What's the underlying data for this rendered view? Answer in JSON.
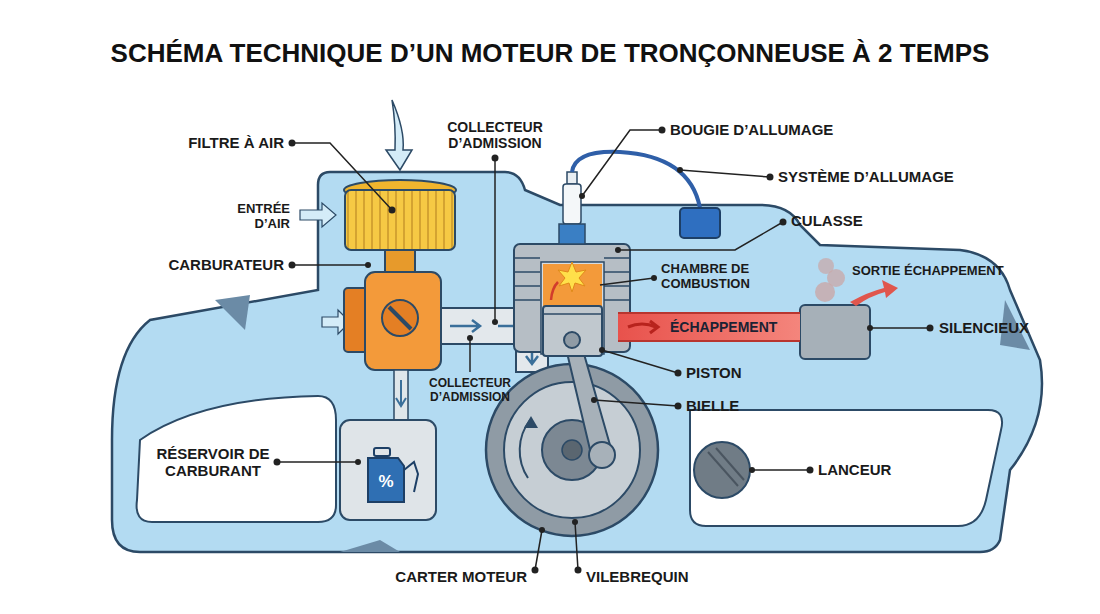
{
  "diagram": {
    "title": "SCHÉMA TECHNIQUE D’UN MOTEUR DE TRONÇONNEUSE À 2 TEMPS",
    "nodes": [
      {
        "text": [
          "ÉCHAPPEMENT"
        ]
      }
    ],
    "labels": [
      "FILTRE À AIR",
      "ENTRÉE D’AIR",
      "COLLECTEUR D’ADMISSION",
      "CARBURATEUR",
      "COLLECTEUR D’ADMISSION",
      "RÉSERVOIR DE CARBURANT",
      "%",
      "BOUGIE D’ALLUMAGE",
      "SYSTÈME D’ALLUMAGE",
      "CULASSE",
      "CHAMBRE DE COMBUSTION",
      "SORTIE ÉCHAPPEMENT",
      "SILENCIEUX",
      "PISTON",
      "BIELLE",
      "LANCEUR",
      "CARTER MOTEUR",
      "VILEBREQUIN"
    ]
  }
}
